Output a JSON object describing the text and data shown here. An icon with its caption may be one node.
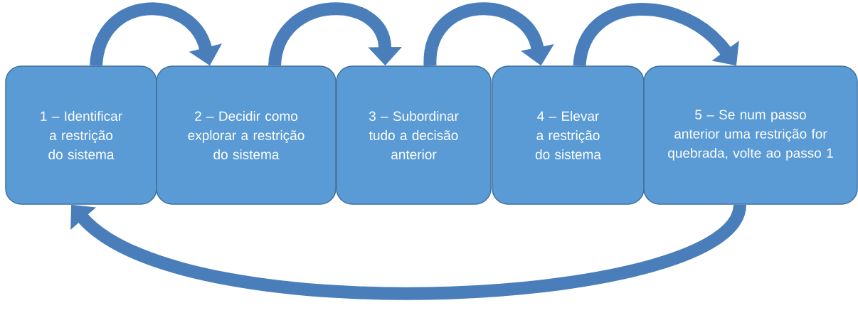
{
  "diagram": {
    "nodes": [
      {
        "text": [
          "1 – Identificar a restrição do sistema"
        ]
      },
      {
        "text": [
          "2 – Decidir como explorar a restrição do sistema"
        ]
      },
      {
        "text": [
          "3 – Subordinar tudo a decisão anterior"
        ]
      },
      {
        "text": [
          "4 – Elevar a restrição do sistema"
        ]
      },
      {
        "text": [
          "5 – Se num passo anterior uma restrição for quebrada, volte ao passo 1"
        ]
      }
    ],
    "edges": [
      {
        "from": 0,
        "to": 1,
        "arrow": "to"
      },
      {
        "from": 1,
        "to": 2,
        "arrow": "to"
      },
      {
        "from": 2,
        "to": 3,
        "arrow": "to"
      },
      {
        "from": 3,
        "to": 4,
        "arrow": "to"
      },
      {
        "from": 4,
        "to": 0,
        "arrow": "to"
      }
    ]
  }
}
